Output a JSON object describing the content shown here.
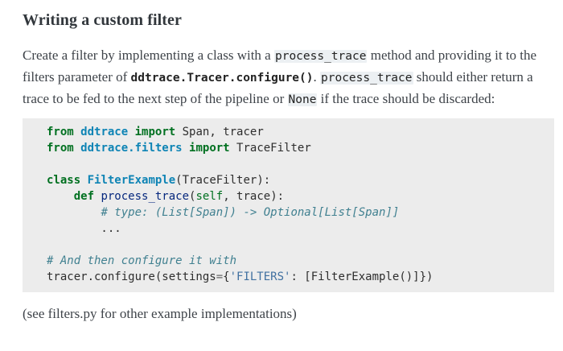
{
  "heading": {
    "text": "Writing a custom filter"
  },
  "intro": {
    "segments": [
      {
        "type": "text",
        "text": "Create a filter by implementing a class with a "
      },
      {
        "type": "code",
        "text": "process_trace"
      },
      {
        "type": "text",
        "text": " method and providing it to the filters parameter of "
      },
      {
        "type": "code_ref",
        "text": "ddtrace.Tracer.configure()"
      },
      {
        "type": "text",
        "text": ". "
      },
      {
        "type": "code",
        "text": "process_trace"
      },
      {
        "type": "text",
        "text": " should either return a trace to be fed to the next step of the pipeline or "
      },
      {
        "type": "code",
        "text": "None"
      },
      {
        "type": "text",
        "text": " if the trace should be discarded:"
      }
    ]
  },
  "code_block": {
    "language": "python",
    "lines": [
      [
        {
          "t": "from",
          "c": "kw"
        },
        {
          "t": " ",
          "c": ""
        },
        {
          "t": "ddtrace",
          "c": "nn"
        },
        {
          "t": " ",
          "c": ""
        },
        {
          "t": "import",
          "c": "kw"
        },
        {
          "t": " Span, tracer",
          "c": ""
        }
      ],
      [
        {
          "t": "from",
          "c": "kw"
        },
        {
          "t": " ",
          "c": ""
        },
        {
          "t": "ddtrace.filters",
          "c": "nn"
        },
        {
          "t": " ",
          "c": ""
        },
        {
          "t": "import",
          "c": "kw"
        },
        {
          "t": " TraceFilter",
          "c": ""
        }
      ],
      [],
      [
        {
          "t": "class",
          "c": "kw"
        },
        {
          "t": " ",
          "c": ""
        },
        {
          "t": "FilterExample",
          "c": "nc"
        },
        {
          "t": "(TraceFilter):",
          "c": ""
        }
      ],
      [
        {
          "t": "    ",
          "c": ""
        },
        {
          "t": "def",
          "c": "kw"
        },
        {
          "t": " ",
          "c": ""
        },
        {
          "t": "process_trace",
          "c": "nf"
        },
        {
          "t": "(",
          "c": ""
        },
        {
          "t": "self",
          "c": "bp"
        },
        {
          "t": ", trace):",
          "c": ""
        }
      ],
      [
        {
          "t": "        ",
          "c": ""
        },
        {
          "t": "# type: (List[Span]) -> Optional[List[Span]]",
          "c": "c"
        }
      ],
      [
        {
          "t": "        ...",
          "c": ""
        }
      ],
      [],
      [
        {
          "t": "# And then configure it with",
          "c": "c"
        }
      ],
      [
        {
          "t": "tracer.configure(settings",
          "c": ""
        },
        {
          "t": "=",
          "c": "o"
        },
        {
          "t": "{",
          "c": ""
        },
        {
          "t": "'FILTERS'",
          "c": "s"
        },
        {
          "t": ": [FilterExample()]})",
          "c": ""
        }
      ]
    ]
  },
  "outro": {
    "text": "(see filters.py for other example implementations)"
  },
  "colors": {
    "body_text": "#3e4349",
    "heading_text": "#32373c",
    "inline_code_bg": "#ecf0f3",
    "code_block_bg": "#ececec",
    "syntax": {
      "keyword": "#007020",
      "namespace": "#0e84b5",
      "class_name": "#0e84b5",
      "function_name": "#06287e",
      "builtin_pseudo": "#007020",
      "comment": "#408090",
      "string": "#4070a0",
      "operator": "#666666"
    }
  }
}
